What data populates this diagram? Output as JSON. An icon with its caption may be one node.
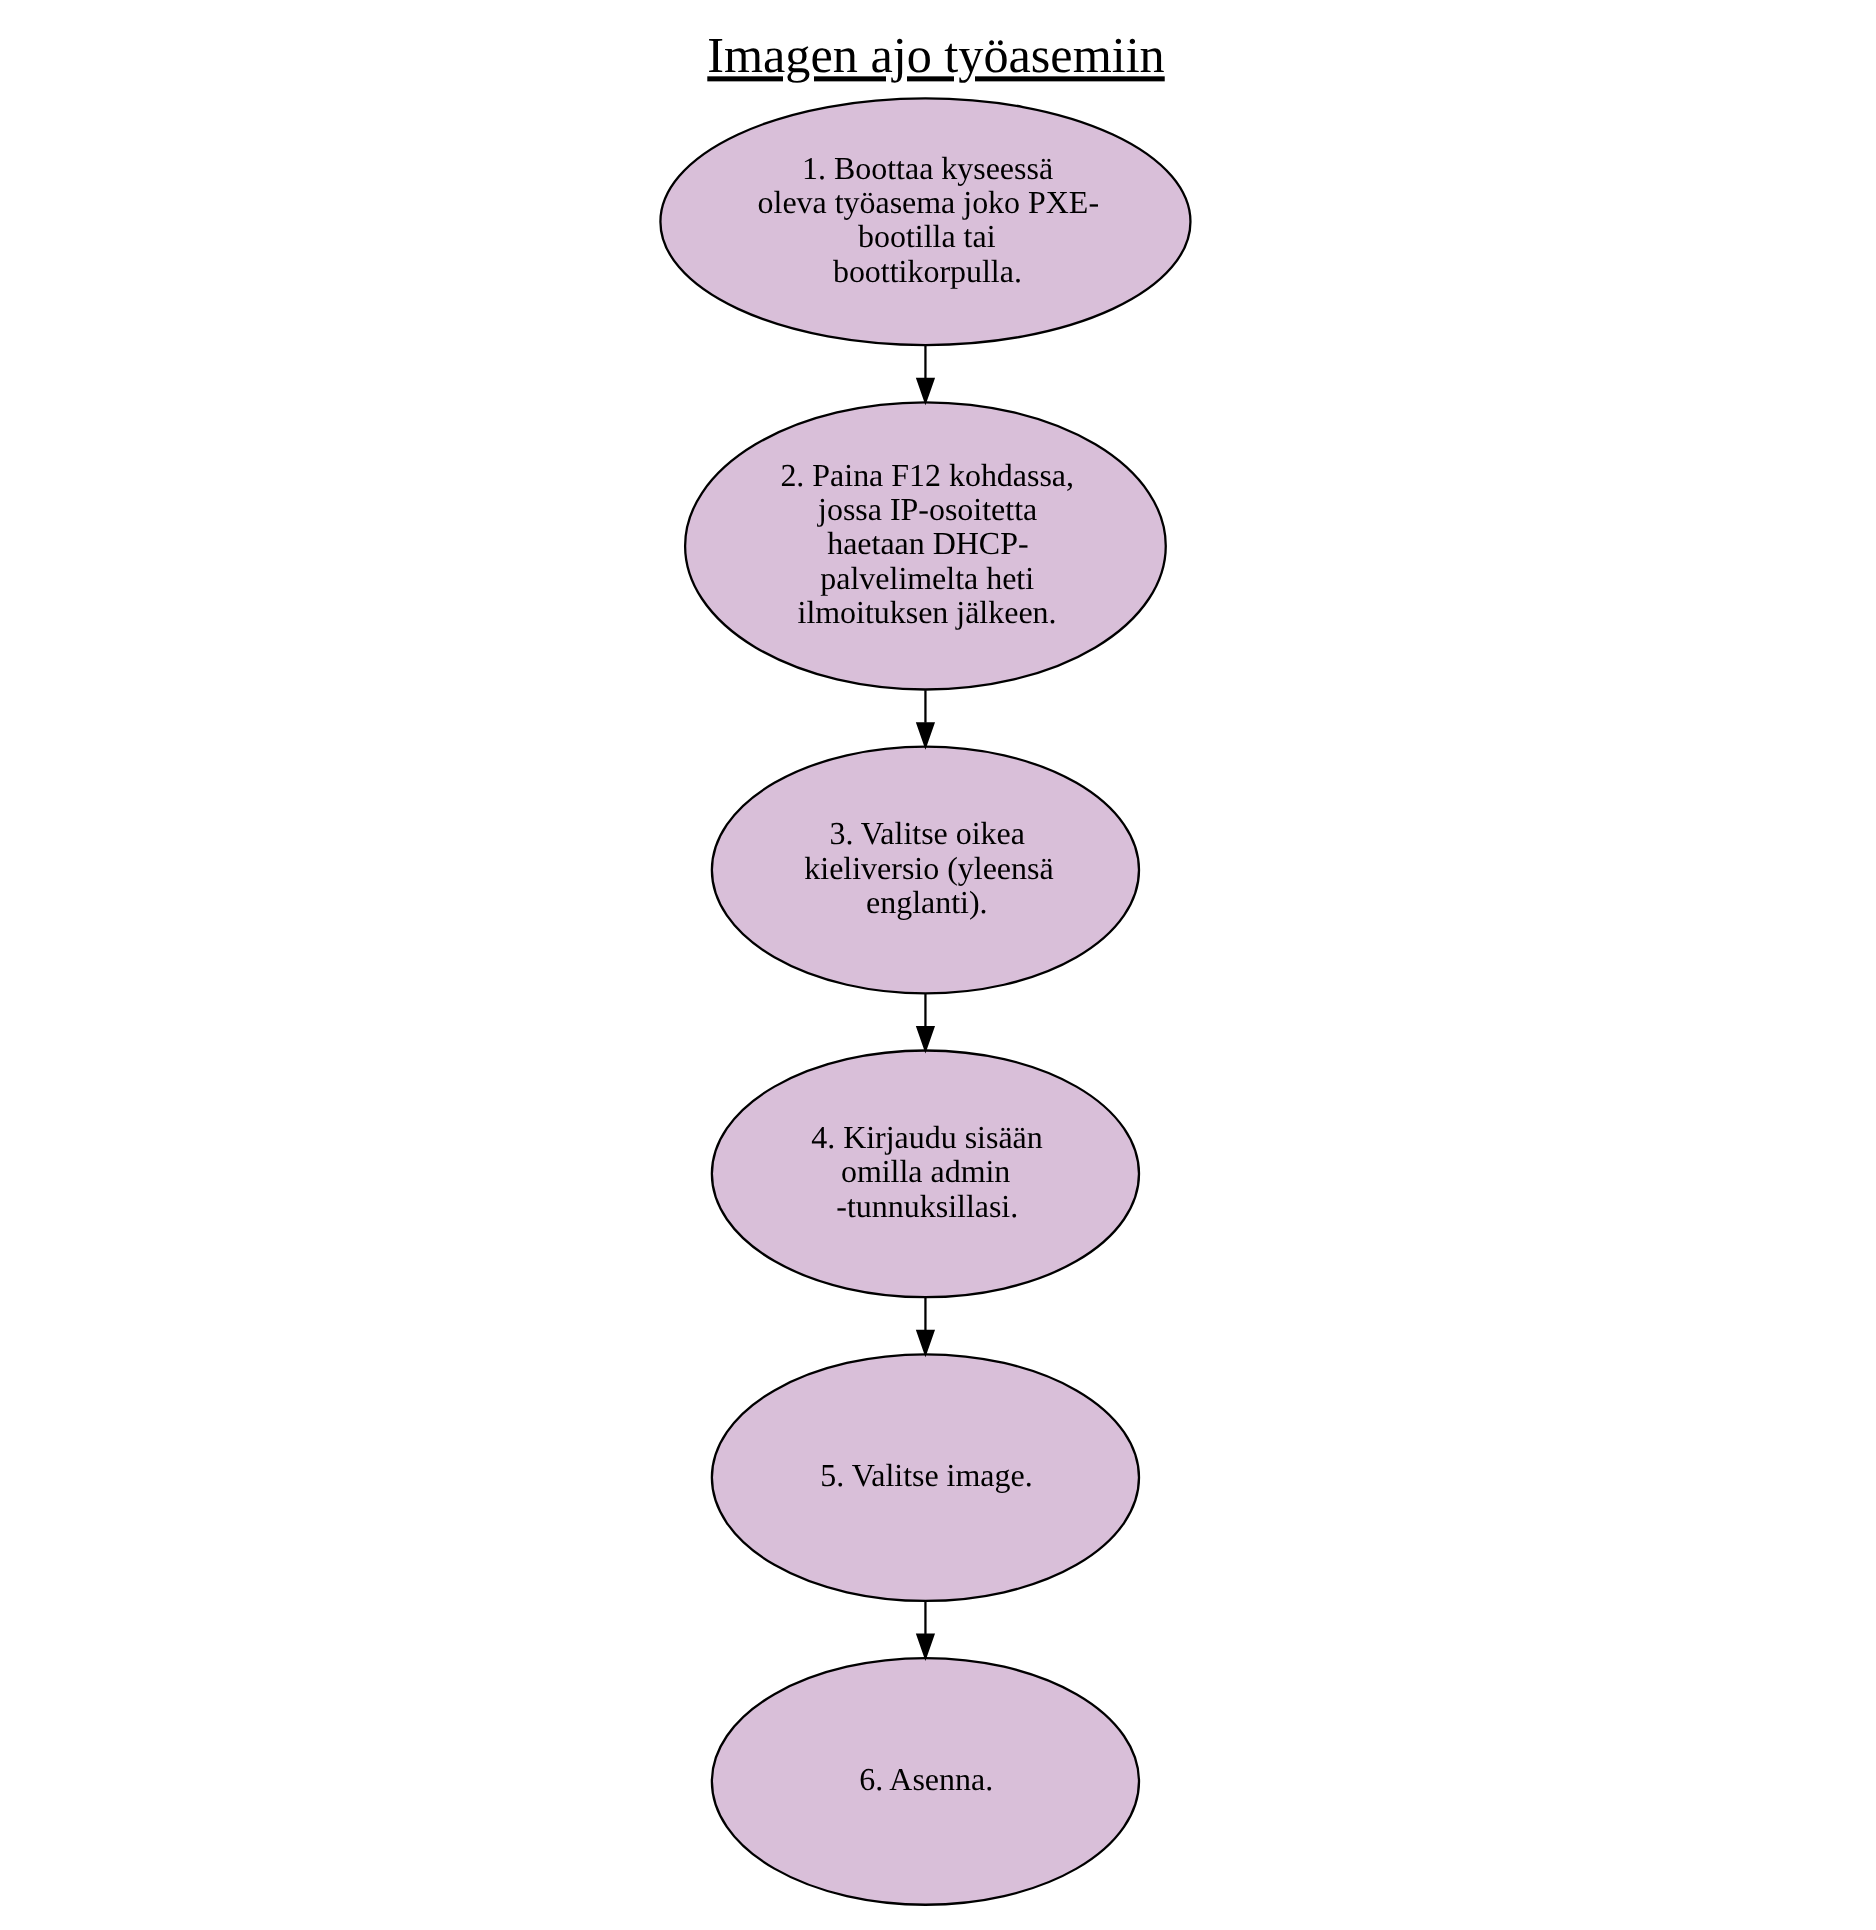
{
  "diagram": {
    "title": "Imagen ajo työasemiin",
    "nodes": [
      {
        "text": [
          "1. Boottaa kyseessä oleva työasema joko PXE-bootilla tai boottikorpulla."
        ]
      },
      {
        "text": [
          "2. Paina F12 kohdassa, jossa IP-osoitetta haetaan DHCP-palvelimelta heti ilmoituksen jälkeen."
        ]
      },
      {
        "text": [
          "3. Valitse oikea kieliversio (yleensä englanti)."
        ]
      },
      {
        "text": [
          "4. Kirjaudu sisään omilla admin -tunnuksillasi."
        ]
      },
      {
        "text": [
          "5. Valitse image."
        ]
      },
      {
        "text": [
          "6. Asenna."
        ]
      }
    ],
    "edges": [
      {
        "from": 0,
        "to": 1,
        "arrow": "to"
      },
      {
        "from": 1,
        "to": 2,
        "arrow": "to"
      },
      {
        "from": 2,
        "to": 3,
        "arrow": "to"
      },
      {
        "from": 3,
        "to": 4,
        "arrow": "to"
      },
      {
        "from": 4,
        "to": 5,
        "arrow": "to"
      }
    ]
  }
}
